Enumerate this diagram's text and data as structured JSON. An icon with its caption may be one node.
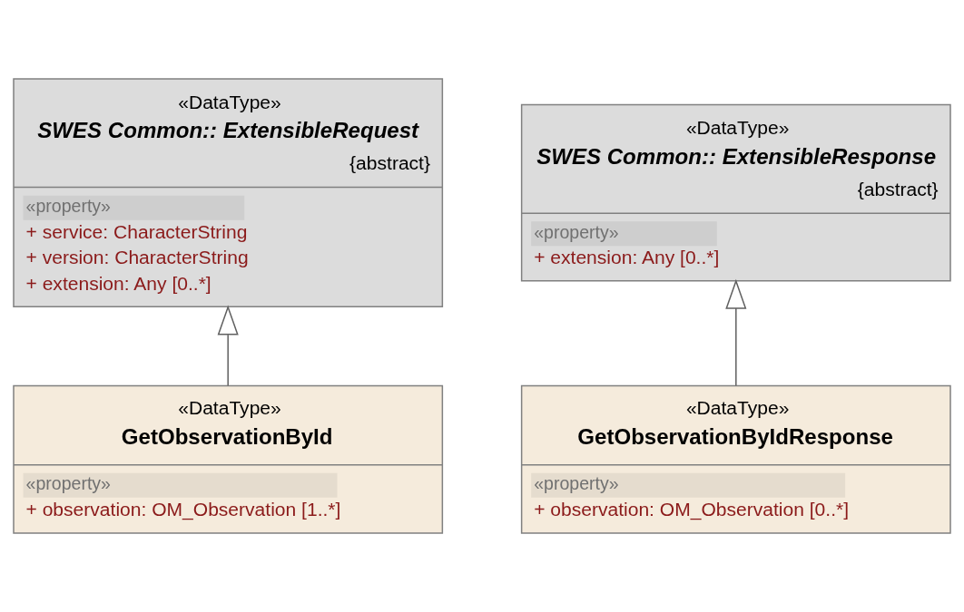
{
  "diagram": {
    "nodes": [
      {
        "text": [
          "«DataType»",
          "SWES Common:: ExtensibleRequest",
          "{abstract}",
          "«property»",
          "+ service: CharacterString",
          "+ version: CharacterString",
          "+ extension: Any [0..*]"
        ]
      },
      {
        "text": [
          "«DataType»",
          "SWES Common:: ExtensibleResponse",
          "{abstract}",
          "«property»",
          "+ extension: Any [0..*]"
        ]
      },
      {
        "text": [
          "«DataType»",
          "GetObservationById",
          "«property»",
          "+ observation: OM_Observation [1..*]"
        ]
      },
      {
        "text": [
          "«DataType»",
          "GetObservationByIdResponse",
          "«property»",
          "+ observation: OM_Observation [0..*]"
        ]
      }
    ],
    "edges": [
      {
        "from": 2,
        "to": 0,
        "arrow": "to"
      },
      {
        "from": 3,
        "to": 1,
        "arrow": "to"
      }
    ]
  }
}
